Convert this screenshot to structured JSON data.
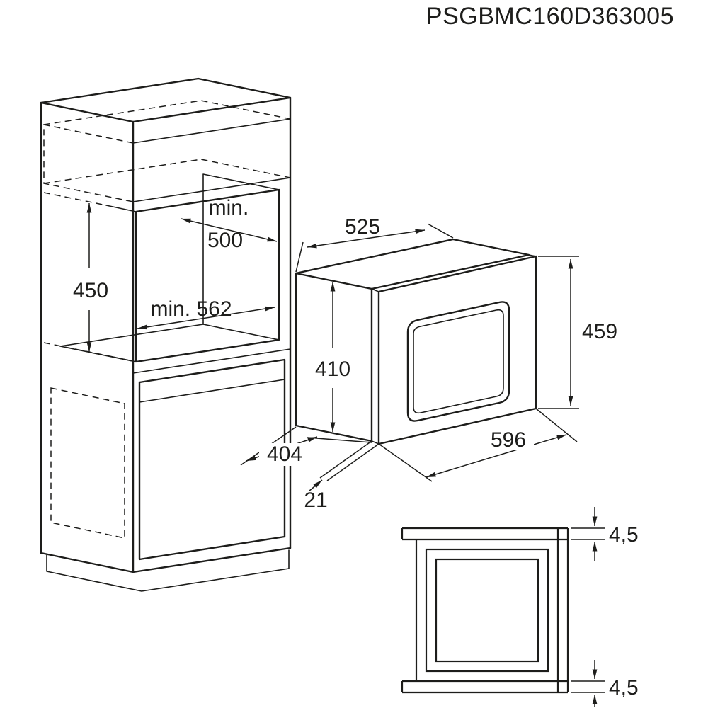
{
  "title": {
    "part_number": "PSGBMC160D363005"
  },
  "dimensions": {
    "niche_depth_label": "min.",
    "niche_depth_value": "500",
    "niche_width": "min. 562",
    "niche_height": "450",
    "appliance_width": "525",
    "appliance_body_height": "410",
    "frame_height": "459",
    "frame_width": "596",
    "appliance_depth": "404",
    "door_protrusion": "21",
    "frame_overlap_top": "4,5",
    "frame_overlap_bottom": "4,5"
  },
  "colors": {
    "line": "#1d1d1b",
    "background": "#ffffff"
  }
}
